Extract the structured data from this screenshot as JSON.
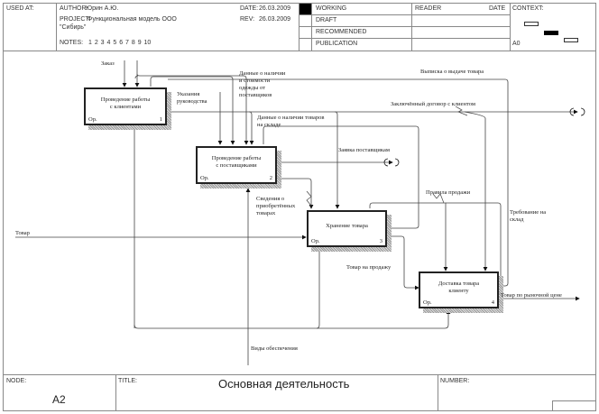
{
  "header": {
    "used_at_label": "USED AT:",
    "author_label": "AUTHOR:",
    "author_value": "Юрин А.Ю.",
    "project_label": "PROJECT:",
    "project_value_line1": "Функциональная модель ООО",
    "project_value_line2": "\"Сибирь\"",
    "notes_label": "NOTES:",
    "notes_value": "1 2 3 4 5 6 7 8 9 10",
    "date_label": "DATE:",
    "date_value": "26.03.2009",
    "rev_label": "REV:",
    "rev_value": "26.03.2009",
    "status": [
      "WORKING",
      "DRAFT",
      "RECOMMENDED",
      "PUBLICATION"
    ],
    "status_selected": "WORKING",
    "reader_label": "READER",
    "reader_date_label": "DATE",
    "context_label": "CONTEXT:",
    "context_node": "A0"
  },
  "boxes": [
    {
      "title_line1": "Проведение работы",
      "title_line2": "с клиентами",
      "op": "Ор.",
      "num": "1"
    },
    {
      "title_line1": "Проведение работы",
      "title_line2": "с поставщиками",
      "op": "Ор.",
      "num": "2"
    },
    {
      "title_line1": "Хранение товара",
      "title_line2": "",
      "op": "Ор.",
      "num": "3"
    },
    {
      "title_line1": "Доставка товара",
      "title_line2": "клиенту",
      "op": "Ор.",
      "num": "4"
    }
  ],
  "arrows": {
    "order": "Заказ",
    "stock_data_1": "Данные о наличии",
    "stock_data_2": "и стоимости",
    "stock_data_3": "одежды от",
    "stock_data_4": "поставщиков",
    "mgmt_1": "Указания",
    "mgmt_2": "руководства",
    "warehouse_data_1": "Данные о наличии товаров",
    "warehouse_data_2": "на складе",
    "issue_statement": "Выписка о выдаче товара",
    "contract": "Заключённый договор с клиентом",
    "supplier_request": "Заявка поставщикам",
    "purchased_1": "Сведения о",
    "purchased_2": "приобретённых",
    "purchased_3": "товарах",
    "sales_rules": "Правила продажи",
    "warehouse_req_1": "Требование на",
    "warehouse_req_2": "склад",
    "goods": "Товар",
    "for_sale": "Товар на продажу",
    "market_price": "Товар по рыночной цене",
    "support": "Виды обеспечения"
  },
  "footer": {
    "node_label": "NODE:",
    "node_value": "A2",
    "title_label": "TITLE:",
    "title_value": "Основная деятельность",
    "number_label": "NUMBER:"
  }
}
